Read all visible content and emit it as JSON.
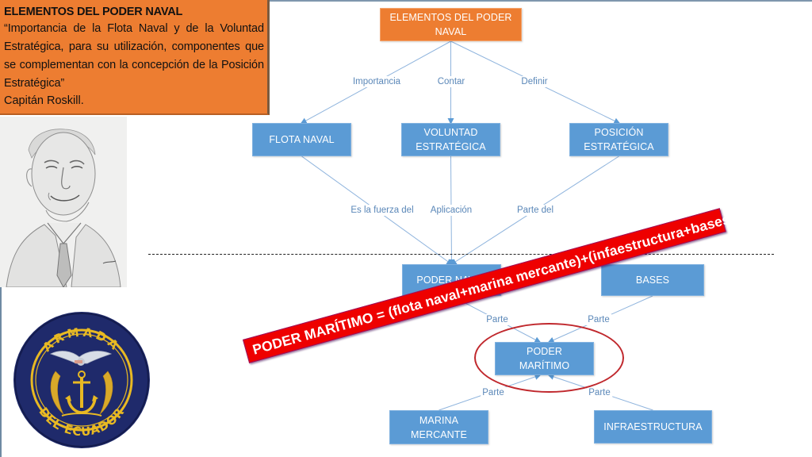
{
  "quote_box": {
    "title": "ELEMENTOS DEL PODER NAVAL",
    "text": "“Importancia de la Flota Naval y de la Voluntad Estratégica, para su utilización, componentes que se complementan con la concepción de la Posición Estratégica”",
    "author": "Capitán Roskill."
  },
  "portrait": {
    "description": "pencil-sketch-portrait"
  },
  "logo": {
    "top_text": "ARMADA",
    "bottom_text": "DEL ECUADOR",
    "colors": {
      "navy": "#1f2a6b",
      "gold": "#e8b923"
    }
  },
  "diagram": {
    "nodes": {
      "root": "ELEMENTOS DEL PODER NAVAL",
      "flota_naval": "FLOTA NAVAL",
      "voluntad": "VOLUNTAD ESTRATÉGICA",
      "posicion": "POSICIÓN ESTRATÉGICA",
      "poder_naval": "PODER NAVAL",
      "bases": "BASES",
      "poder_maritimo": "PODER MARÍTIMO",
      "marina_mercante": "MARINA MERCANTE",
      "infraestructura": "INFRAESTRUCTURA"
    },
    "edges": [
      {
        "from": "root",
        "to": "flota_naval",
        "label": "Importancia"
      },
      {
        "from": "root",
        "to": "voluntad",
        "label": "Contar"
      },
      {
        "from": "root",
        "to": "posicion",
        "label": "Definir"
      },
      {
        "from": "flota_naval",
        "to": "poder_naval",
        "label": "Es la fuerza del"
      },
      {
        "from": "voluntad",
        "to": "poder_naval",
        "label": "Aplicación"
      },
      {
        "from": "posicion",
        "to": "poder_naval",
        "label": "Parte del"
      },
      {
        "from": "poder_naval",
        "to": "poder_maritimo",
        "label": "Parte"
      },
      {
        "from": "bases",
        "to": "poder_maritimo",
        "label": "Parte"
      },
      {
        "from": "marina_mercante",
        "to": "poder_maritimo",
        "label": "Parte"
      },
      {
        "from": "infraestructura",
        "to": "poder_maritimo",
        "label": "Parte"
      }
    ],
    "colors": {
      "node_fill": "#5b9bd5",
      "root_fill": "#ed7d31",
      "connector": "#8fb4dd",
      "label_text": "#5a87b8"
    }
  },
  "banner": {
    "text": "PODER MARÍTIMO = (flota naval+marina mercante)+(infaestructura+bases)",
    "color": "#ee0000"
  },
  "highlight": {
    "target": "PODER MARÍTIMO",
    "color": "#c0282d"
  }
}
